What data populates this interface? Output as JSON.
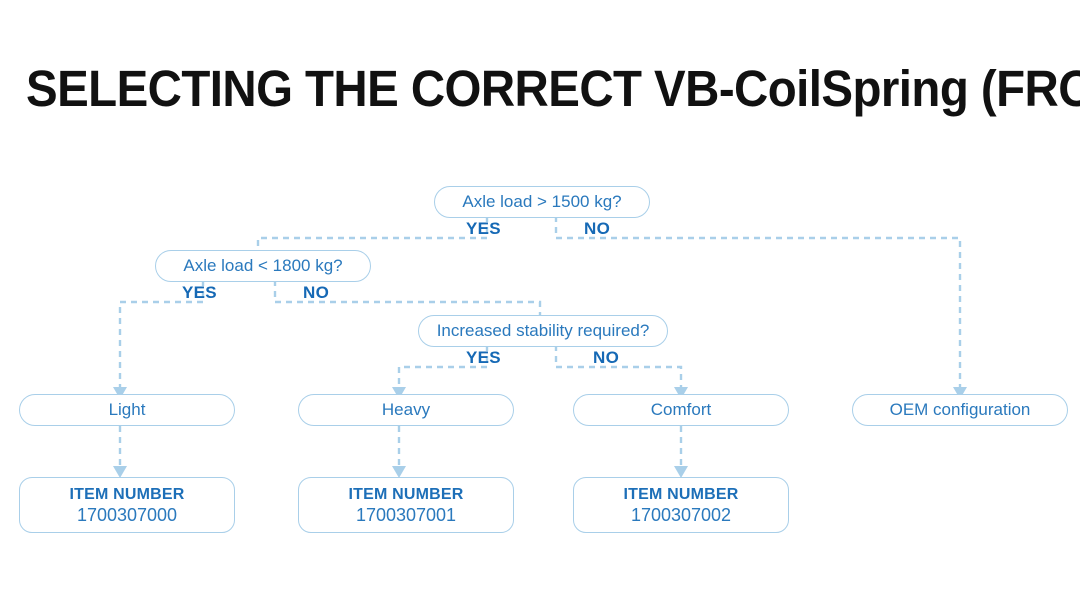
{
  "title": "SELECTING THE CORRECT VB-CoilSpring (FRONT AXLE)",
  "colors": {
    "title_text": "#111111",
    "node_border": "#a9cfe9",
    "node_text": "#2a79bd",
    "branch_label": "#1669b5",
    "connector": "#a9cfe9",
    "background": "#ffffff"
  },
  "flow": {
    "decisions": [
      {
        "id": "axle-load-1500",
        "label": "Axle load > 1500 kg?",
        "yes_label": "YES",
        "no_label": "NO"
      },
      {
        "id": "axle-load-1800",
        "label": "Axle load < 1800 kg?",
        "yes_label": "YES",
        "no_label": "NO"
      },
      {
        "id": "increased-stability",
        "label": "Increased stability required?",
        "yes_label": "YES",
        "no_label": "NO"
      }
    ],
    "results": [
      {
        "id": "light",
        "label": "Light"
      },
      {
        "id": "heavy",
        "label": "Heavy"
      },
      {
        "id": "comfort",
        "label": "Comfort"
      },
      {
        "id": "oem",
        "label": "OEM configuration"
      }
    ],
    "items": [
      {
        "id": "item-light",
        "heading": "ITEM NUMBER",
        "number": "1700307000"
      },
      {
        "id": "item-heavy",
        "heading": "ITEM NUMBER",
        "number": "1700307001"
      },
      {
        "id": "item-comfort",
        "heading": "ITEM NUMBER",
        "number": "1700307002"
      }
    ]
  }
}
